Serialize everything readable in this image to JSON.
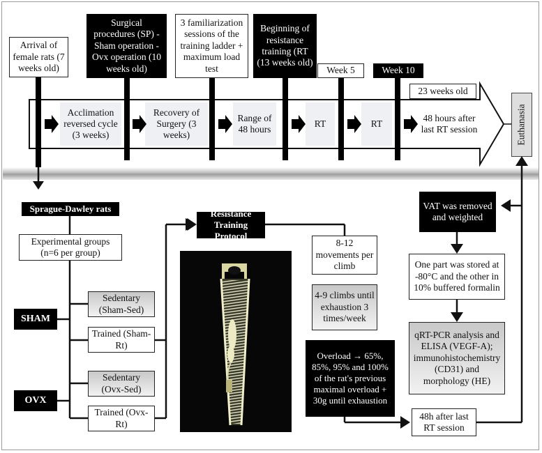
{
  "timeline": {
    "top_labels": {
      "arrival": "Arrival of female rats (7 weeks old)",
      "surgical": "Surgical procedures (SP) - Sham operation -Ovx operation (10 weeks old)",
      "familiarization": "3 familiarization sessions of the training ladder + maximum load test",
      "beginning": "Beginning of resistance training (RT (13 weeks old)",
      "week5": "Week 5",
      "week10": "Week 10",
      "age23": "23 weeks old"
    },
    "segments": {
      "acclimation": "Acclimation reversed cycle (3 weeks)",
      "recovery": "Recovery of Surgery (3 weeks)",
      "range": "Range of 48 hours",
      "rt1": "RT",
      "rt2": "RT",
      "last": "48 hours after last RT session"
    },
    "euthanasia": "Euthanasia"
  },
  "protocol": {
    "strain": "Sprague-Dawley rats",
    "groups": "Experimental groups (n=6 per group)",
    "sham": "SHAM",
    "ovx": "OVX",
    "sham_sed": "Sedentary (Sham-Sed)",
    "sham_rt": "Trained (Sham-Rt)",
    "ovx_sed": "Sedentary (Ovx-Sed)",
    "ovx_rt": "Trained (Ovx-Rt)",
    "rt_protocol": "Resistance Training Protocol",
    "movements": "8-12 movements per climb",
    "climbs": "4-9 climbs until exhaustion 3 times/week",
    "overload": "Overload → 65%, 85%, 95% and 100% of the rat's previous maximal overload + 30g until exhaustion",
    "after48": "48h after last RT session"
  },
  "analysis": {
    "vat": "VAT was removed and weighted",
    "stored": "One part was stored at -80°C and the other in 10% buffered formalin",
    "qrt": "qRT-PCR analysis and ELISA (VEGF-A); immunohistochemistry (CD31) and morphology (HE)"
  },
  "colors": {
    "dark": "#000000",
    "timeline_fill": "#eef0f4",
    "grey_box": "#c8c8c8"
  }
}
